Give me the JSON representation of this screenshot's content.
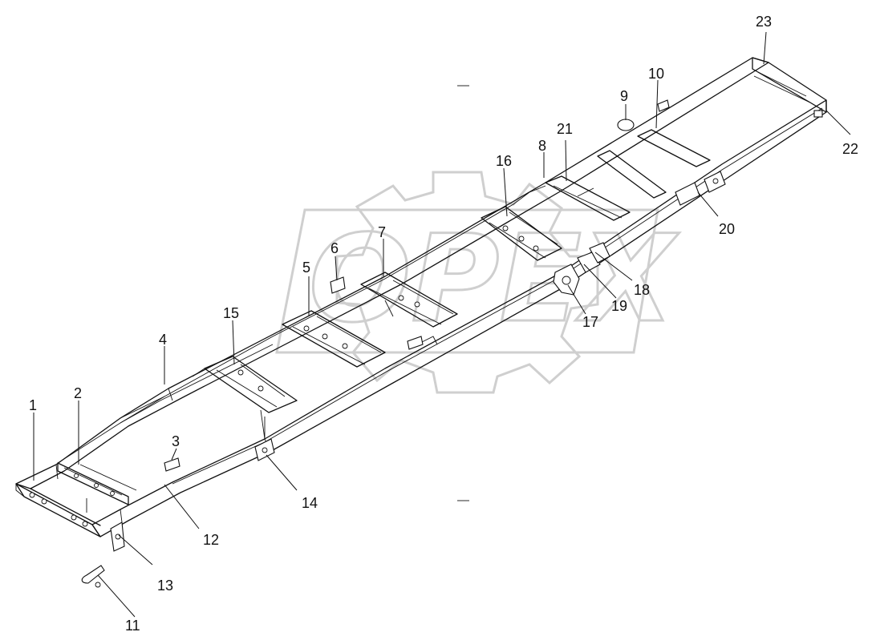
{
  "watermark": {
    "text": "OPEX",
    "color": "#cfcfcf"
  },
  "callouts": [
    {
      "id": "1",
      "label": "1"
    },
    {
      "id": "2",
      "label": "2"
    },
    {
      "id": "3",
      "label": "3"
    },
    {
      "id": "4",
      "label": "4"
    },
    {
      "id": "5",
      "label": "5"
    },
    {
      "id": "6",
      "label": "6"
    },
    {
      "id": "7",
      "label": "7"
    },
    {
      "id": "8",
      "label": "8"
    },
    {
      "id": "9",
      "label": "9"
    },
    {
      "id": "10",
      "label": "10"
    },
    {
      "id": "11",
      "label": "11"
    },
    {
      "id": "12",
      "label": "12"
    },
    {
      "id": "13",
      "label": "13"
    },
    {
      "id": "14",
      "label": "14"
    },
    {
      "id": "15",
      "label": "15"
    },
    {
      "id": "16",
      "label": "16"
    },
    {
      "id": "17",
      "label": "17"
    },
    {
      "id": "18",
      "label": "18"
    },
    {
      "id": "19",
      "label": "19"
    },
    {
      "id": "20",
      "label": "20"
    },
    {
      "id": "21",
      "label": "21"
    },
    {
      "id": "22",
      "label": "22"
    },
    {
      "id": "23",
      "label": "23"
    }
  ]
}
